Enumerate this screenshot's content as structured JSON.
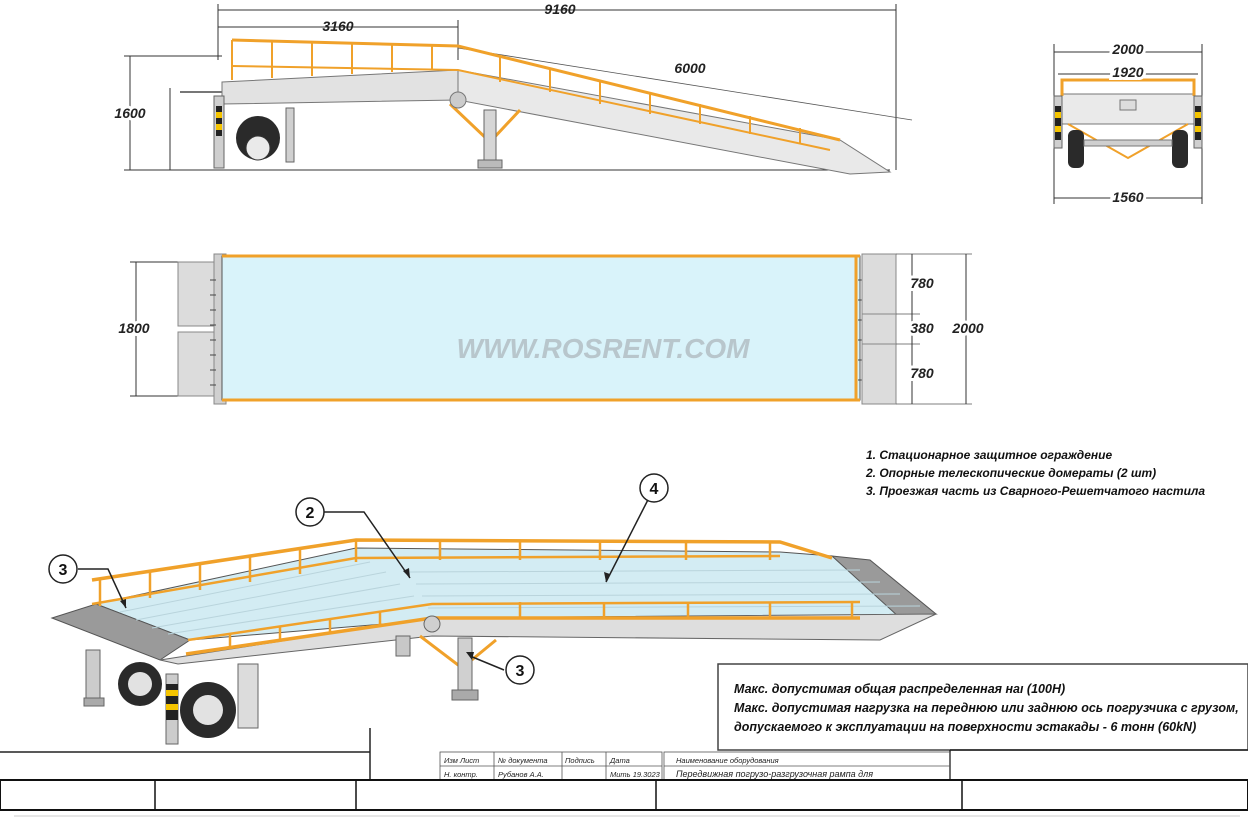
{
  "side_view": {
    "dim_total_length": "9160",
    "dim_platform_length": "3160",
    "dim_ramp_length": "6000",
    "dim_height": "1600"
  },
  "end_view": {
    "dim_outer_width": "2000",
    "dim_inner_width": "1920",
    "dim_wheel_track": "1560"
  },
  "top_view": {
    "dim_deck_width": "1800",
    "dim_total_width": "2000",
    "dim_lip_side_a": "780",
    "dim_lip_gap": "380",
    "dim_lip_side_b": "780",
    "watermark": "WWW.ROSRENT.COM"
  },
  "legend": {
    "items": [
      "1. Стационарное защитное ограждение",
      "2. Опорные телескопические домераты (2 шт)",
      "3. Проезжая часть из Сварного-Решетчатого настила"
    ]
  },
  "callouts": {
    "c2": "2",
    "c3_left": "3",
    "c3_support": "3",
    "c4": "4"
  },
  "specs": {
    "line1": "Макс. допустимая общая распределенная наı (100Н)",
    "line2": "Макс. допустимая нагрузка на переднюю или заднюю ось погрузчика с грузом,",
    "line3": "допускаемого к эксплуатации на поверхности эстакады - 6 тонн (60kN)"
  },
  "title_block": {
    "col_izm_list": "Изм Лист",
    "col_doc_no": "№ документа",
    "col_signature": "Подпись",
    "col_date": "Дата",
    "row_n_kontr": "Н. контр.",
    "author": "Рубанов А.А.",
    "date_value": "Мить 19.3023",
    "name_label": "Наименование оборудования",
    "name_value": "Передвижная погрузо-разгрузочная рампа для"
  },
  "colors": {
    "rail": "#f0a12a",
    "deck": "#d9f3fa",
    "frame": "#dedede"
  }
}
